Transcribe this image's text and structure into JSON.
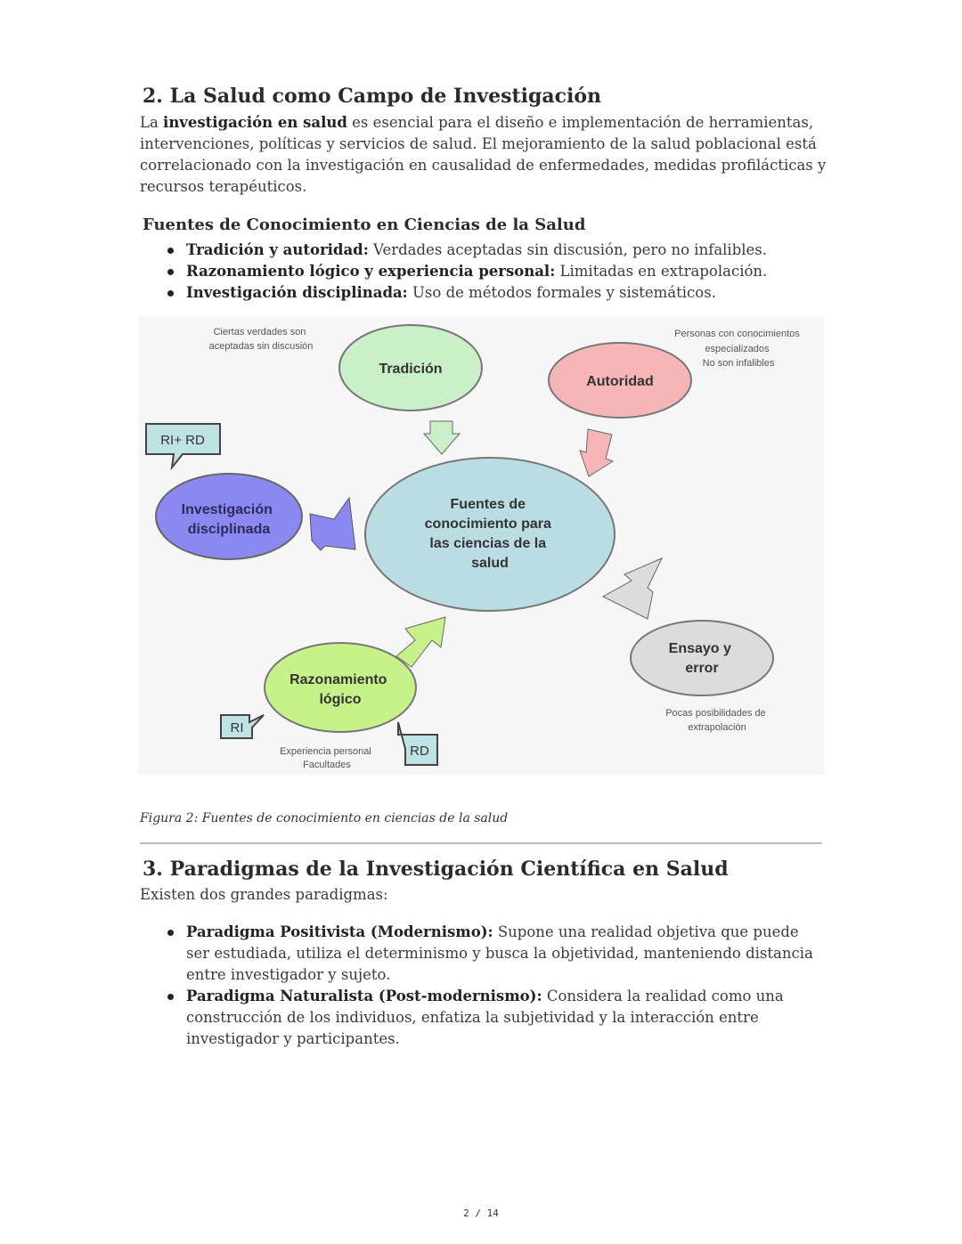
{
  "section2": {
    "title": "2. La Salud como Campo de Investigación",
    "intro_prefix": "La ",
    "intro_bold": "investigación en salud",
    "intro_rest": " es esencial para el diseño e implementación de herramientas, intervenciones, políticas y servicios de salud. El mejoramiento de la salud poblacional está correlacionado con la investigación en causalidad de enfermedades, medidas profilácticas y recursos terapéuticos.",
    "subheading": "Fuentes de Conocimiento en Ciencias de la Salud",
    "bullets": [
      {
        "bold": "Tradición y autoridad:",
        "text": " Verdades aceptadas sin discusión, pero no infalibles."
      },
      {
        "bold": "Razonamiento lógico y experiencia personal:",
        "text": " Limitadas en extrapolación."
      },
      {
        "bold": "Investigación disciplinada:",
        "text": " Uso de métodos formales y sistemáticos."
      }
    ]
  },
  "diagram": {
    "center": [
      "Fuentes de",
      "conocimiento para",
      "las ciencias de la",
      "salud"
    ],
    "tradicion": "Tradición",
    "tradicion_note": [
      "Ciertas verdades son",
      "aceptadas sin discusión"
    ],
    "autoridad": "Autoridad",
    "autoridad_note": [
      "Personas con conocimientos",
      "especializados",
      "No son infalibles"
    ],
    "investigacion": [
      "Investigación",
      "disciplinada"
    ],
    "ri_rd": "RI+ RD",
    "razonamiento": [
      "Razonamiento",
      "lógico"
    ],
    "razonamiento_note": [
      "Experiencia personal",
      "Facultades"
    ],
    "ri": "RI",
    "rd": "RD",
    "ensayo": [
      "Ensayo y",
      "error"
    ],
    "ensayo_note": [
      "Pocas posibilidades de",
      "extrapolación"
    ],
    "colors": {
      "center": "#b9dde3",
      "tradicion": "#c9f0c7",
      "autoridad": "#f6b6b8",
      "investigacion": "#8c88f2",
      "razonamiento": "#c7f28a",
      "ensayo": "#dcdcdc",
      "callout": "#bfe3e5"
    }
  },
  "caption": "Figura 2: Fuentes de conocimiento en ciencias de la salud",
  "section3": {
    "title": "3. Paradigmas de la Investigación Científica en Salud",
    "intro": "Existen dos grandes paradigmas:",
    "bullets": [
      {
        "bold": "Paradigma Positivista (Modernismo):",
        "text": " Supone una realidad objetiva que puede ser estudiada, utiliza el determinismo y busca la objetividad, manteniendo distancia entre investigador y sujeto."
      },
      {
        "bold": "Paradigma Naturalista (Post-modernismo):",
        "text": " Considera la realidad como una construcción de los individuos, enfatiza la subjetividad y la interacción entre investigador y participantes."
      }
    ]
  },
  "footer": "2 / 14"
}
